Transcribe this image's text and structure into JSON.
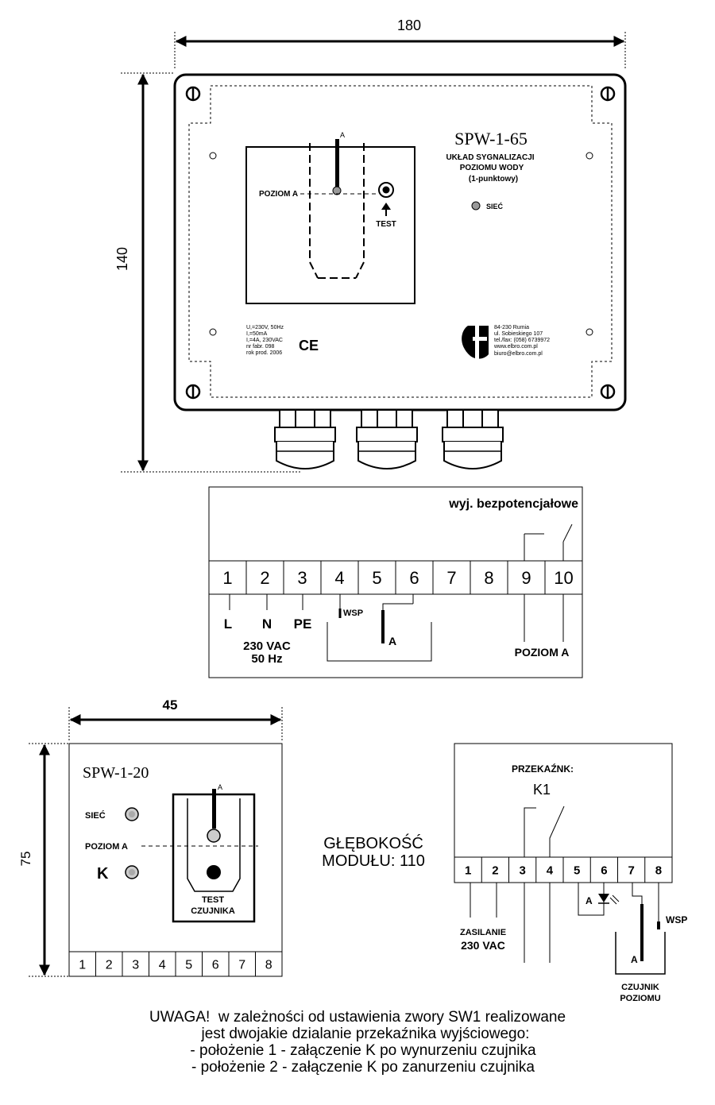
{
  "top": {
    "dim_width": "180",
    "dim_height": "140",
    "model": "SPW-1-65",
    "subtitle": [
      "UKŁAD SYGNALIZACJI",
      "POZIOMU WODY",
      "(1-punktowy)"
    ],
    "level_label": "POZIOM A",
    "probe_label": "A",
    "test_label": "TEST",
    "siec_label": "SIEĆ",
    "ratings": [
      "U,=230V, 50Hz",
      "I,=50mA",
      "I,=4A, 230VAC",
      "nr fabr. 098",
      "rok prod. 2006"
    ],
    "ce_mark": "CE",
    "address": [
      "84-230 Rumia",
      "ul. Sobieskiego 107",
      "tel./fax: (058) 6739972",
      "www.elbro.com.pl",
      "biuro@elbro.com.pl"
    ]
  },
  "wiring1": {
    "title": "wyj. bezpotencjałowe",
    "terminals": [
      "1",
      "2",
      "3",
      "4",
      "5",
      "6",
      "7",
      "8",
      "9",
      "10"
    ],
    "l": "L",
    "n": "N",
    "pe": "PE",
    "supply": [
      "230 VAC",
      "50 Hz"
    ],
    "wsp": "WSP",
    "a": "A",
    "output": "POZIOM A"
  },
  "small": {
    "dim_width": "45",
    "dim_height": "75",
    "model": "SPW-1-20",
    "siec": "SIEĆ",
    "level": "POZIOM A",
    "k": "K",
    "probe": "A",
    "test": [
      "TEST",
      "CZUJNIKA"
    ],
    "terminals": [
      "1",
      "2",
      "3",
      "4",
      "5",
      "6",
      "7",
      "8"
    ]
  },
  "depth": [
    "GŁĘBOKOŚĆ",
    "MODUŁU: 110"
  ],
  "wiring2": {
    "relay_title": "PRZEKAŹNK:",
    "relay_id": "K1",
    "terminals": [
      "1",
      "2",
      "3",
      "4",
      "5",
      "6",
      "7",
      "8"
    ],
    "led_a": "A",
    "supply": [
      "ZASILANIE",
      "230 VAC"
    ],
    "wsp": "WSP",
    "a": "A",
    "sensor": [
      "CZUJNIK",
      "POZIOMU"
    ]
  },
  "note": [
    "UWAGA!  w zależności od ustawienia zwory SW1 realizowane",
    "jest dwojakie dzialanie przekaźnika wyjściowego:",
    "- położenie 1 - załączenie K po wynurzeniu czujnika",
    "- położenie 2 - załączenie K po zanurzeniu czujnika"
  ]
}
